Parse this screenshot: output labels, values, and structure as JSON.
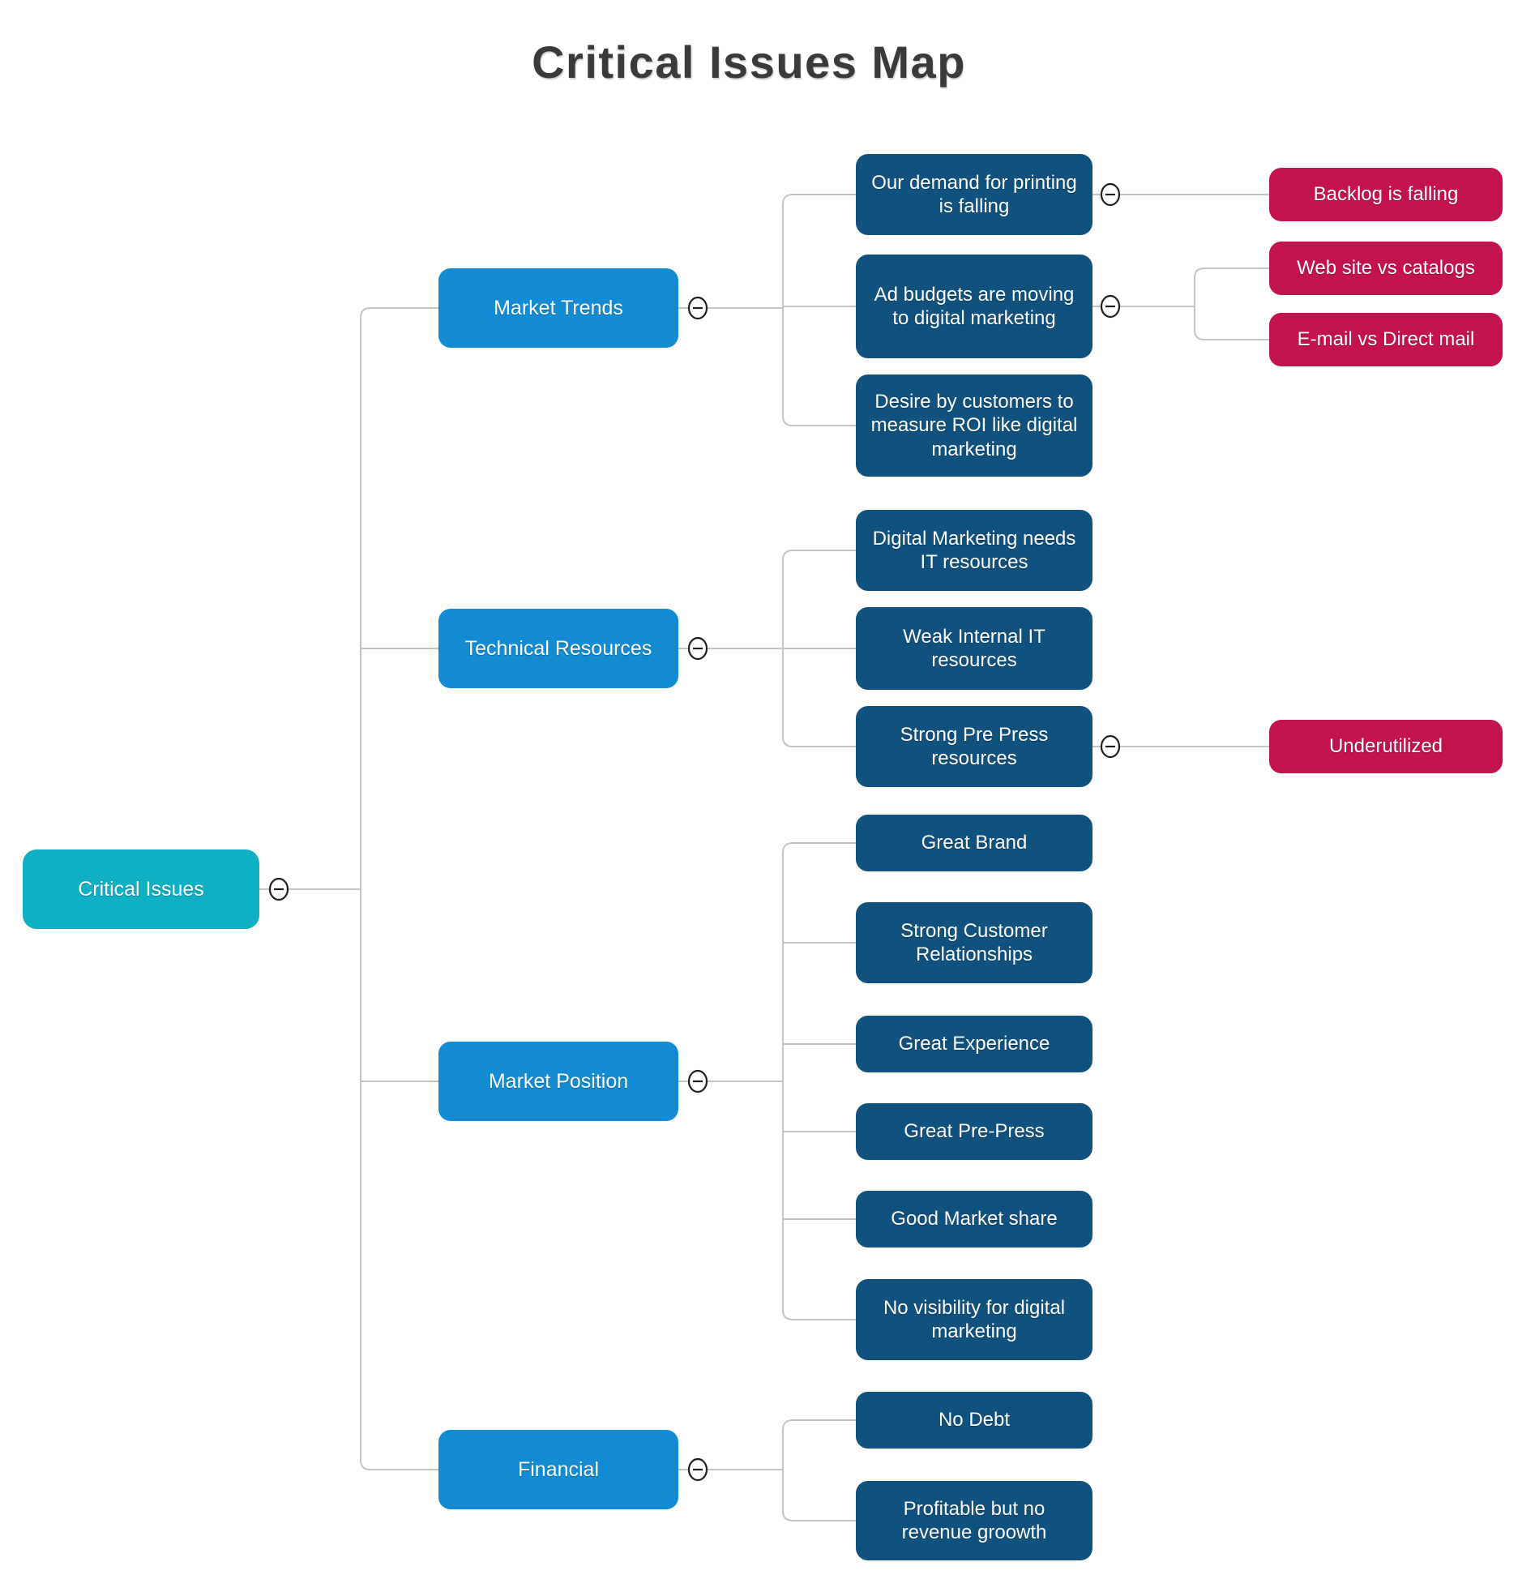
{
  "title": "Critical Issues Map",
  "colors": {
    "root": "#0fb0c4",
    "branch": "#128bd3",
    "child": "#11517e",
    "leaf": "#c2134d",
    "connector": "#c4c4c4",
    "icon-stroke": "#1f1f1f"
  },
  "icons": {
    "collapse": "minus-circle"
  },
  "root": {
    "label": "Critical Issues"
  },
  "branches": [
    {
      "label": "Market Trends",
      "children": [
        {
          "label": "Our demand for printing is falling",
          "children": [
            {
              "label": "Backlog is falling"
            }
          ]
        },
        {
          "label": "Ad budgets are moving to digital marketing",
          "children": [
            {
              "label": "Web site vs catalogs"
            },
            {
              "label": "E-mail vs Direct mail"
            }
          ]
        },
        {
          "label": "Desire by customers to measure ROI like digital marketing",
          "children": []
        }
      ]
    },
    {
      "label": "Technical Resources",
      "children": [
        {
          "label": "Digital Marketing needs IT resources",
          "children": []
        },
        {
          "label": "Weak Internal IT resources",
          "children": []
        },
        {
          "label": "Strong Pre Press resources",
          "children": [
            {
              "label": "Underutilized"
            }
          ]
        }
      ]
    },
    {
      "label": "Market Position",
      "children": [
        {
          "label": "Great Brand",
          "children": []
        },
        {
          "label": "Strong Customer Relationships",
          "children": []
        },
        {
          "label": "Great Experience",
          "children": []
        },
        {
          "label": "Great Pre-Press",
          "children": []
        },
        {
          "label": "Good Market share",
          "children": []
        },
        {
          "label": "No visibility for digital marketing",
          "children": []
        }
      ]
    },
    {
      "label": "Financial",
      "children": [
        {
          "label": "No Debt",
          "children": []
        },
        {
          "label": "Profitable but no revenue groowth",
          "children": []
        }
      ]
    }
  ]
}
